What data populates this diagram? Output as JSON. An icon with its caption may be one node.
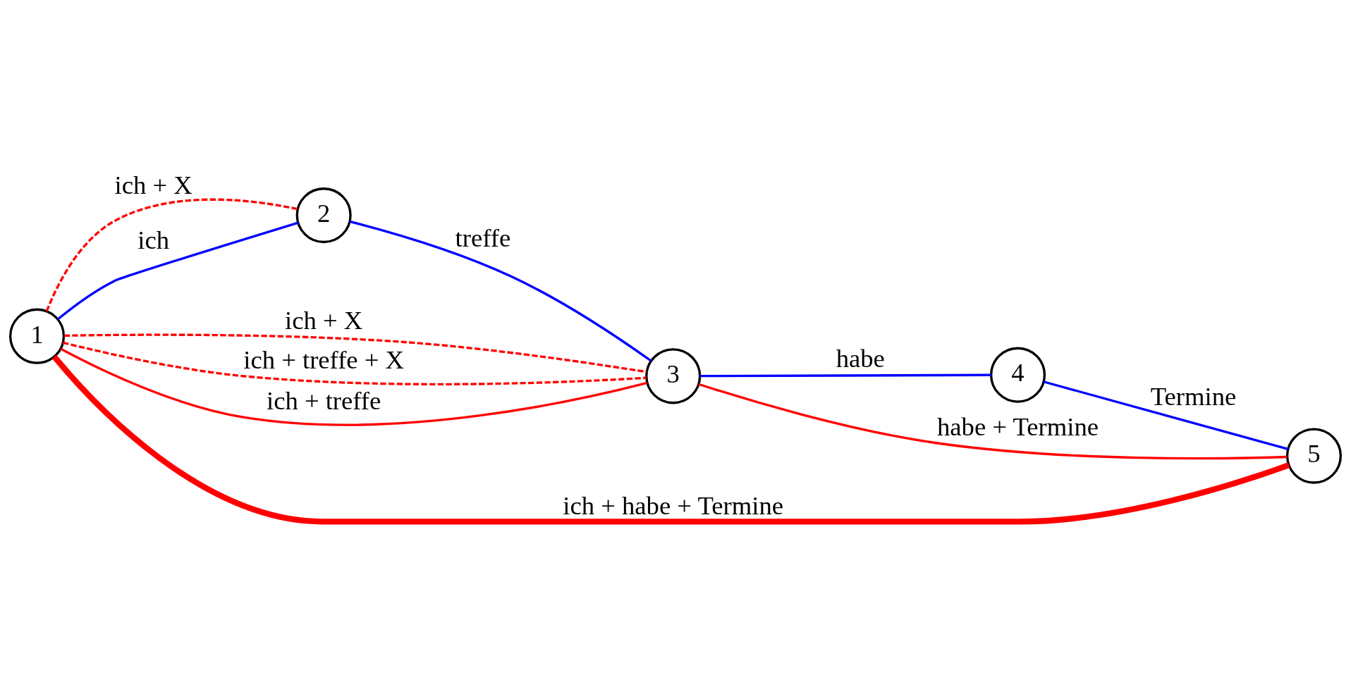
{
  "diagram": {
    "nodes": [
      {
        "text": [
          "1"
        ]
      },
      {
        "text": [
          "2"
        ]
      },
      {
        "text": [
          "3"
        ]
      },
      {
        "text": [
          "4"
        ]
      },
      {
        "text": [
          "5"
        ]
      }
    ],
    "edges": [
      {
        "from": 0,
        "to": 4,
        "arrow": "none",
        "label": "ich + habe + Termine",
        "style": "thick"
      },
      {
        "from": 0,
        "to": 2,
        "arrow": "none",
        "label": "ich + X",
        "style": "dashed"
      },
      {
        "from": 0,
        "to": 2,
        "arrow": "none",
        "label": "ich + treffe + X",
        "style": "dashed"
      },
      {
        "from": 0,
        "to": 2,
        "arrow": "none",
        "label": "ich + treffe"
      },
      {
        "from": 0,
        "to": 1,
        "arrow": "none",
        "label": "ich + X",
        "style": "dashed"
      },
      {
        "from": 2,
        "to": 4,
        "arrow": "none",
        "label": "habe + Termine"
      },
      {
        "from": 0,
        "to": 1,
        "arrow": "none",
        "label": "ich",
        "color": "#0000ff"
      },
      {
        "from": 1,
        "to": 2,
        "arrow": "none",
        "label": "treffe",
        "color": "#0000ff"
      },
      {
        "from": 2,
        "to": 3,
        "arrow": "none",
        "label": "habe",
        "color": "#0000ff"
      },
      {
        "from": 3,
        "to": 4,
        "arrow": "none",
        "label": "Termine",
        "color": "#0000ff"
      }
    ]
  }
}
